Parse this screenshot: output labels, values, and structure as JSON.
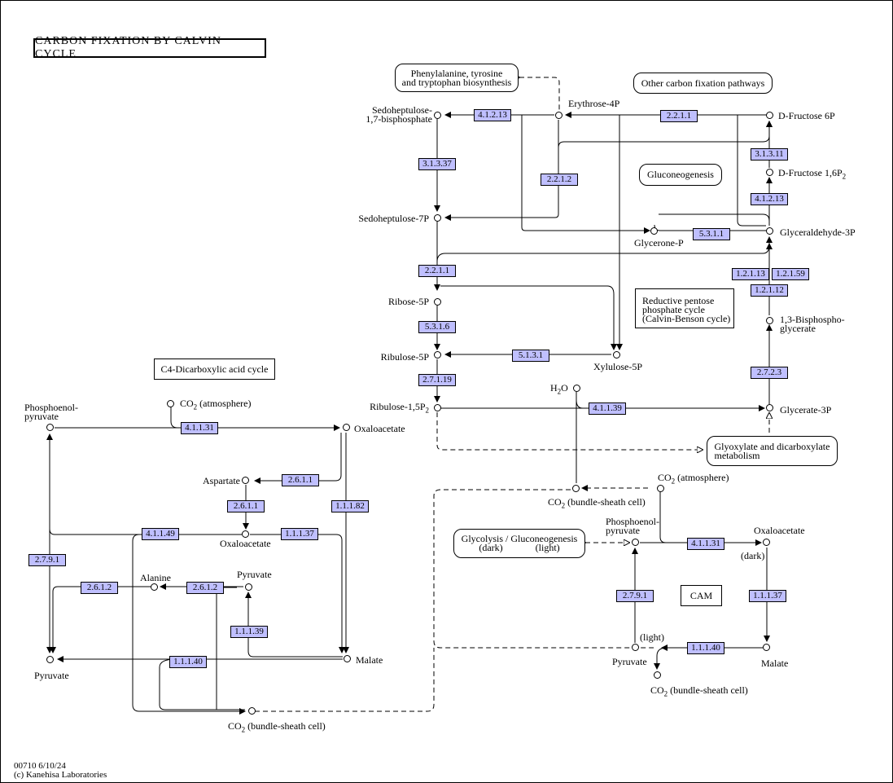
{
  "title": "CARBON FIXATION BY CALVIN CYCLE",
  "footer": {
    "line1": "00710 6/10/24",
    "line2": "(c) Kanehisa Laboratories"
  },
  "compounds": {
    "sedoheptulose_bp_line1": "Sedoheptulose-",
    "sedoheptulose_bp_line2": "1,7-bisphosphate",
    "erythrose4p": "Erythrose-4P",
    "fructose6p": "D-Fructose 6P",
    "fructose16p2": "D-Fructose 1,6P",
    "sedoheptulose7p": "Sedoheptulose-7P",
    "glycerone_p": "Glycerone-P",
    "glyceraldehyde3p": "Glyceraldehyde-3P",
    "ribose5p": "Ribose-5P",
    "bisphosphoglycerate_line1": "1,3-Bisphospho-",
    "bisphosphoglycerate_line2": "glycerate",
    "ribulose5p": "Ribulose-5P",
    "xylulose5p": "Xylulose-5P",
    "h2o": "H O",
    "ribulose15p2": "Ribulose-1,5P",
    "glycerate3p": "Glycerate-3P",
    "pep_line1": "Phosphoenol-",
    "pep_line2": "pyruvate",
    "co2_atm_left": "CO  (atmosphere)",
    "oxaloacetate_left": "Oxaloacetate",
    "aspartate": "Aspartate",
    "oxaloacetate_mid": "Oxaloacetate",
    "alanine": "Alanine",
    "pyruvate_mid": "Pyruvate",
    "malate_left": "Malate",
    "pyruvate_left": "Pyruvate",
    "co2_bundle_left": "CO  (bundle-sheath cell)",
    "co2_bundle_mid": "CO  (bundle-sheath cell)",
    "co2_atm_right": "CO  (atmosphere)",
    "pep_right_line1": "Phosphoenol-",
    "pep_right_line2": "pyruvate",
    "oxaloacetate_right": "Oxaloacetate",
    "dark": "(dark)",
    "light": "(light)",
    "pyruvate_right": "Pyruvate",
    "malate_right": "Malate",
    "co2_bundle_right": "CO  (bundle-sheath cell)",
    "sub2": "2"
  },
  "enzymes": [
    {
      "id": "4.1.2.13",
      "label": "4.1.2.13"
    },
    {
      "id": "2.2.1.1",
      "label": "2.2.1.1"
    },
    {
      "id": "3.1.3.37",
      "label": "3.1.3.37"
    },
    {
      "id": "2.2.1.2",
      "label": "2.2.1.2"
    },
    {
      "id": "3.1.3.11",
      "label": "3.1.3.11"
    },
    {
      "id": "4.1.2.13b",
      "label": "4.1.2.13"
    },
    {
      "id": "5.3.1.1",
      "label": "5.3.1.1"
    },
    {
      "id": "2.2.1.1b",
      "label": "2.2.1.1"
    },
    {
      "id": "1.2.1.13",
      "label": "1.2.1.13"
    },
    {
      "id": "1.2.1.59",
      "label": "1.2.1.59"
    },
    {
      "id": "1.2.1.12",
      "label": "1.2.1.12"
    },
    {
      "id": "5.3.1.6",
      "label": "5.3.1.6"
    },
    {
      "id": "5.1.3.1",
      "label": "5.1.3.1"
    },
    {
      "id": "2.7.2.3",
      "label": "2.7.2.3"
    },
    {
      "id": "2.7.1.19",
      "label": "2.7.1.19"
    },
    {
      "id": "4.1.1.39",
      "label": "4.1.1.39"
    },
    {
      "id": "4.1.1.31",
      "label": "4.1.1.31"
    },
    {
      "id": "2.6.1.1",
      "label": "2.6.1.1"
    },
    {
      "id": "2.6.1.1b",
      "label": "2.6.1.1"
    },
    {
      "id": "1.1.1.82",
      "label": "1.1.1.82"
    },
    {
      "id": "4.1.1.49",
      "label": "4.1.1.49"
    },
    {
      "id": "1.1.1.37",
      "label": "1.1.1.37"
    },
    {
      "id": "2.7.9.1",
      "label": "2.7.9.1"
    },
    {
      "id": "2.6.1.2",
      "label": "2.6.1.2"
    },
    {
      "id": "2.6.1.2b",
      "label": "2.6.1.2"
    },
    {
      "id": "1.1.1.39",
      "label": "1.1.1.39"
    },
    {
      "id": "1.1.1.40",
      "label": "1.1.1.40"
    },
    {
      "id": "4.1.1.31b",
      "label": "4.1.1.31"
    },
    {
      "id": "2.7.9.1b",
      "label": "2.7.9.1"
    },
    {
      "id": "1.1.1.37b",
      "label": "1.1.1.37"
    },
    {
      "id": "1.1.1.40b",
      "label": "1.1.1.40"
    }
  ],
  "pathways": {
    "phe_tyr_trp_line1": "Phenylalanine, tyrosine",
    "phe_tyr_trp_line2": "and tryptophan biosynthesis",
    "other_carbon_fixation": "Other carbon fixation pathways",
    "gluconeogenesis": "Gluconeogenesis",
    "reductive_pp_line1": "Reductive pentose",
    "reductive_pp_line2": "phosphate cycle",
    "reductive_pp_line3": "(Calvin-Benson cycle)",
    "c4_cycle": "C4-Dicarboxylic acid cycle",
    "glyoxylate_line1": "Glyoxylate and dicarboxylate",
    "glyoxylate_line2": "metabolism",
    "glycolysis_line1": "Glycolysis / Gluconeogenesis",
    "glycolysis_dark": "(dark)",
    "glycolysis_light": "(light)",
    "cam": "CAM"
  }
}
